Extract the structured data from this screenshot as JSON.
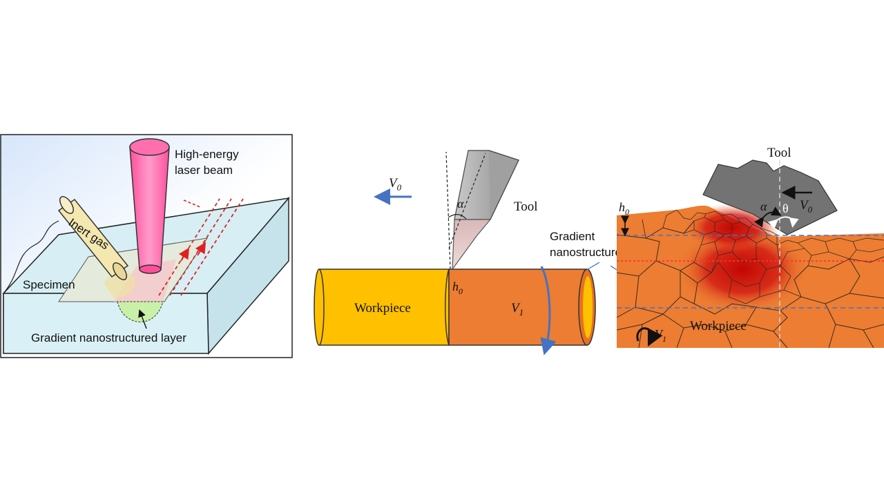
{
  "panel_a": {
    "laser_label_line1": "High-energy",
    "laser_label_line2": "laser beam",
    "gas_label": "Inert gas",
    "specimen_label": "Specimen",
    "layer_label": "Gradient nanostructured layer"
  },
  "panel_b": {
    "feed_label": "V",
    "feed_sub": "0",
    "tool_label": "Tool",
    "angle_label": "α",
    "depth_label": "h",
    "depth_sub": "0",
    "workpiece_label": "Workpiece",
    "rotation_label": "V",
    "rotation_sub": "1",
    "layer_label_line1": "Gradient",
    "layer_label_line2": "nanostructured layer"
  },
  "panel_c": {
    "tool_label": "Tool",
    "depth_label": "h",
    "depth_sub": "0",
    "alpha_label": "α",
    "theta_label": "θ",
    "feed_label": "V",
    "feed_sub": "0",
    "workpiece_label": "Workpiece",
    "rotation_label": "V",
    "rotation_sub": "1"
  },
  "colors": {
    "workpiece_orange": "#ec7d32",
    "workpiece_yellow": "#ffc000",
    "laser_pink": "#ff6fae",
    "arrow_blue": "#4472c4",
    "dashed_red": "#e02020",
    "specimen_blue": "#d6eef4",
    "gas_tan": "#f4e7b0",
    "tool_gray": "#767676"
  },
  "icons": [
    "laser-beam-icon",
    "inert-gas-nozzle-icon",
    "cutting-tool-icon",
    "rotation-arrow-icon",
    "feed-arrow-icon"
  ]
}
